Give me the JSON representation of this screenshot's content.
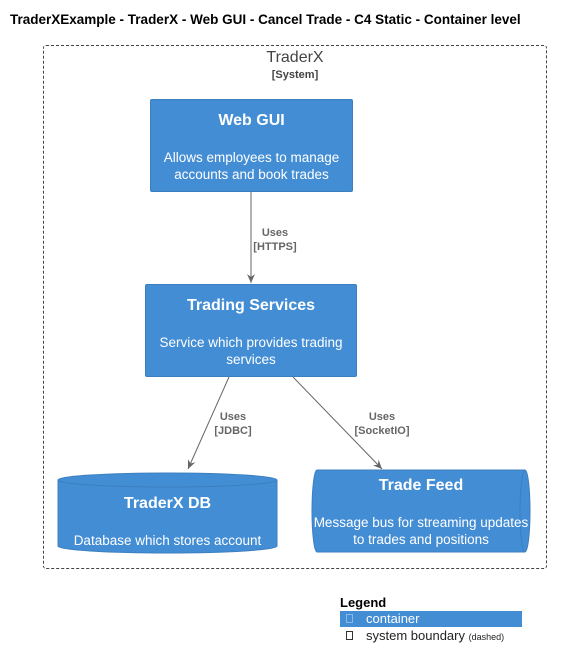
{
  "title": "TraderXExample - TraderX - Web GUI - Cancel Trade - C4 Static - Container level",
  "boundary": {
    "name": "TraderX",
    "type": "[System]"
  },
  "containers": {
    "web_gui": {
      "name": "Web GUI",
      "description": "Allows employees to manage accounts and book trades"
    },
    "trading_services": {
      "name": "Trading Services",
      "description": "Service which provides trading services"
    },
    "traderx_db": {
      "name": "TraderX DB",
      "description": "Database which stores account"
    },
    "trade_feed": {
      "name": "Trade Feed",
      "description": "Message bus for streaming updates to trades and positions"
    }
  },
  "relationships": [
    {
      "label": "Uses",
      "technology": "[HTTPS]"
    },
    {
      "label": "Uses",
      "technology": "[JDBC]"
    },
    {
      "label": "Uses",
      "technology": "[SocketIO]"
    }
  ],
  "legend": {
    "title": "Legend",
    "items": [
      {
        "label": "container",
        "note": ""
      },
      {
        "label": "system boundary",
        "note": "(dashed)"
      }
    ]
  },
  "colors": {
    "container": "#438DD5",
    "container_border": "#3C7FC0",
    "arrow": "#666666"
  }
}
